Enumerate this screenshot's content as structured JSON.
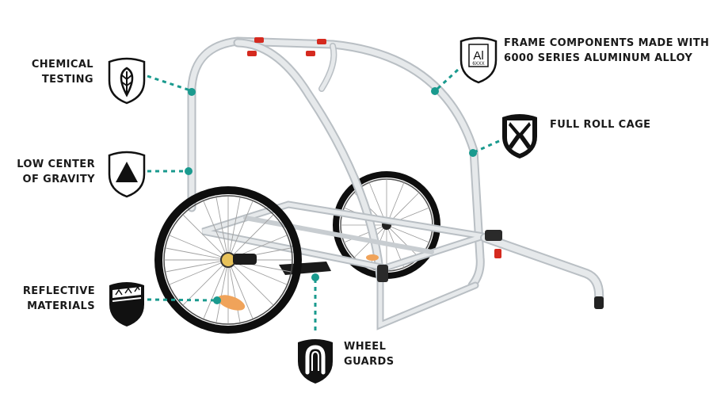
{
  "colors": {
    "accent": "#1a9a8e",
    "badge_dark": "#111111",
    "frame": "#d9dde0",
    "tire": "#0e0e0e",
    "reflector": "#f0a35a",
    "handle_red": "#d52a1f"
  },
  "features": {
    "chemical_testing": {
      "lines": [
        "CHEMICAL",
        "TESTING"
      ],
      "icon": "leaf-shield-icon"
    },
    "aluminum_frame": {
      "lines": [
        "FRAME COMPONENTS MADE WITH",
        "6000 SERIES ALUMINUM ALLOY"
      ],
      "icon": "aluminum-element-shield-icon",
      "icon_symbol": "Al",
      "icon_sub": "6XXX"
    },
    "roll_cage": {
      "lines": [
        "FULL ROLL CAGE"
      ],
      "icon": "roll-cage-shield-icon"
    },
    "low_center": {
      "lines": [
        "LOW CENTER",
        "OF GRAVITY"
      ],
      "icon": "triangle-shield-icon"
    },
    "reflective": {
      "lines": [
        "REFLECTIVE",
        "MATERIALS"
      ],
      "icon": "reflective-shield-icon"
    },
    "wheel_guards": {
      "lines": [
        "WHEEL",
        "GUARDS"
      ],
      "icon": "wheel-guard-shield-icon"
    }
  }
}
